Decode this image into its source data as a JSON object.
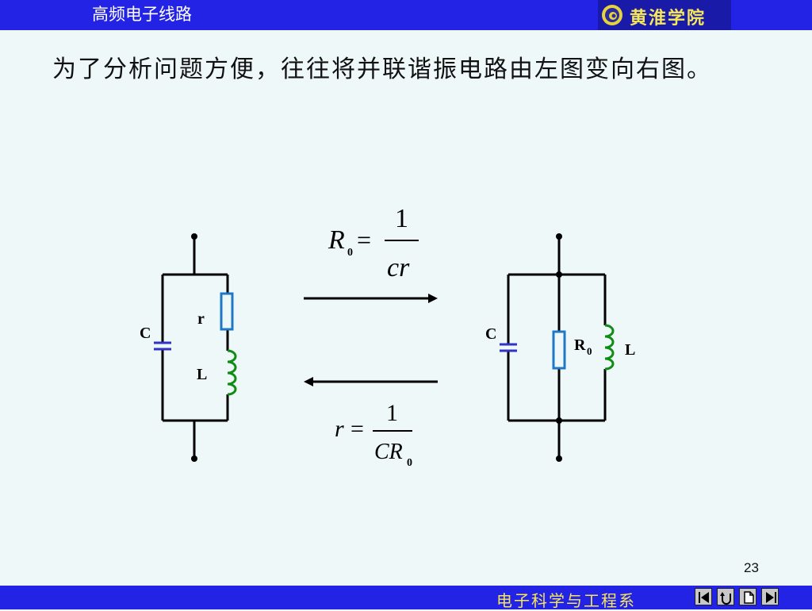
{
  "header": {
    "course_title": "高频电子线路",
    "logo_text": "黄淮学院"
  },
  "heading": "为了分析问题方便，往往将并联谐振电路由左图变向右图。",
  "circuit": {
    "left": {
      "cap_label": "C",
      "res_label": "r",
      "ind_label": "L"
    },
    "right": {
      "cap_label": "C",
      "res_label": "R",
      "res_sub": "0",
      "ind_label": "L"
    },
    "formula_top": {
      "lhs": "R",
      "lhs_sub": "0",
      "eq": "=",
      "num": "1",
      "den": "cr"
    },
    "formula_bottom": {
      "lhs": "r",
      "eq": "=",
      "num": "1",
      "den": "CR",
      "den_sub": "0"
    }
  },
  "page_number": "23",
  "footer": {
    "department": "电子科学与工程系"
  },
  "nav": [
    {
      "name": "first-page-icon"
    },
    {
      "name": "return-icon"
    },
    {
      "name": "page-icon"
    },
    {
      "name": "last-page-icon"
    }
  ],
  "colors": {
    "bar": "#2323e6",
    "capacitor": "#3232c8",
    "resistor": "#1e78c8",
    "inductor": "#0f8c14",
    "footer_text": "#f6e75a"
  }
}
